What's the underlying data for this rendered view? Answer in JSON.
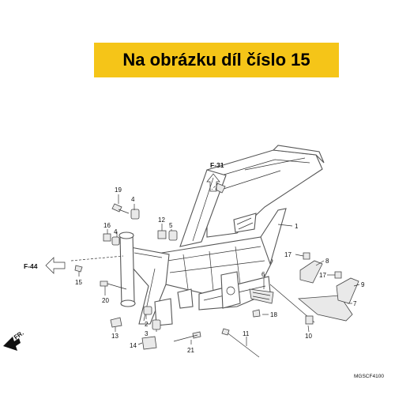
{
  "banner": {
    "text": "Na obrázku díl číslo 15"
  },
  "references": {
    "f31": "F-31",
    "f44": "F-44"
  },
  "front_marker": "FR.",
  "diagram_code": "MGSCF4100",
  "callouts": [
    {
      "id": "1",
      "label": "1"
    },
    {
      "id": "2",
      "label": "2"
    },
    {
      "id": "3",
      "label": "3"
    },
    {
      "id": "4a",
      "label": "4"
    },
    {
      "id": "4b",
      "label": "4"
    },
    {
      "id": "5",
      "label": "5"
    },
    {
      "id": "6",
      "label": "6"
    },
    {
      "id": "7",
      "label": "7"
    },
    {
      "id": "8",
      "label": "8"
    },
    {
      "id": "9",
      "label": "9"
    },
    {
      "id": "10",
      "label": "10"
    },
    {
      "id": "11",
      "label": "11"
    },
    {
      "id": "12",
      "label": "12"
    },
    {
      "id": "13",
      "label": "13"
    },
    {
      "id": "14",
      "label": "14"
    },
    {
      "id": "15",
      "label": "15"
    },
    {
      "id": "16",
      "label": "16"
    },
    {
      "id": "17a",
      "label": "17"
    },
    {
      "id": "17b",
      "label": "17"
    },
    {
      "id": "18",
      "label": "18"
    },
    {
      "id": "19",
      "label": "19"
    },
    {
      "id": "20",
      "label": "20"
    },
    {
      "id": "21",
      "label": "21"
    }
  ]
}
